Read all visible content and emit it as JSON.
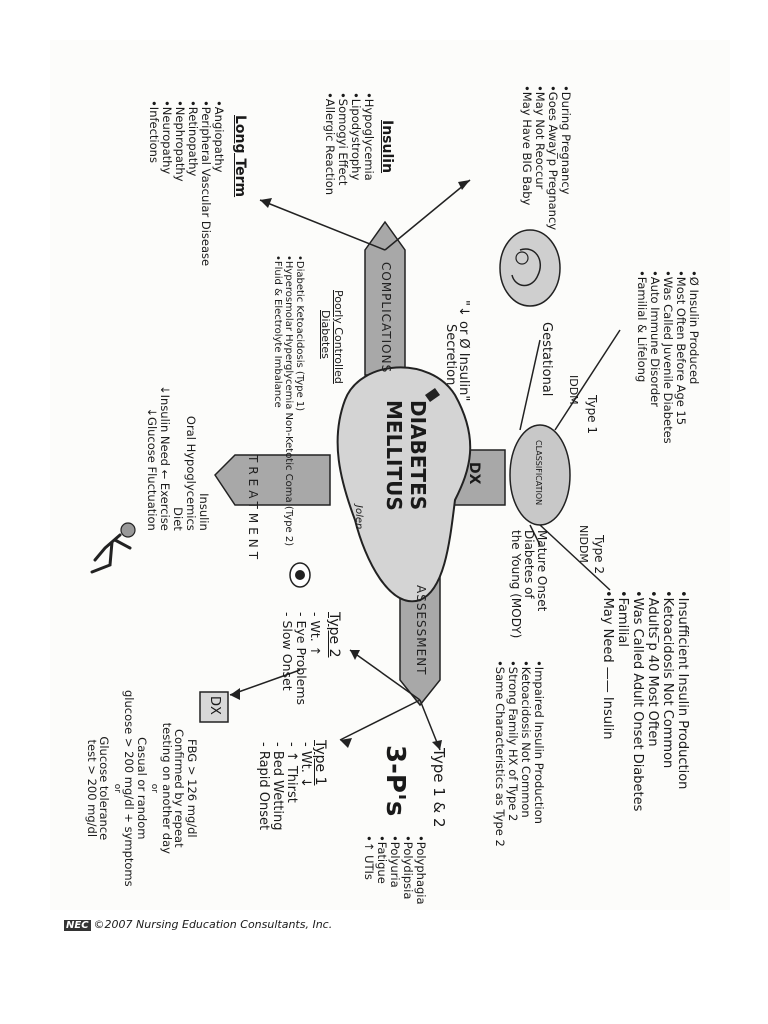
{
  "center": {
    "line1": "DIABETES",
    "line2": "MELLITUS",
    "signature": "Jolen"
  },
  "arms": {
    "classification": "CLASSIFICATION",
    "dx": "DX",
    "complications": "COMPLICATIONS",
    "assessment": "ASSESSMENT",
    "treatment": "TREATMENT"
  },
  "secretion": {
    "line1": "\"↓ or Ø Insulin\"",
    "line2": "Secretion"
  },
  "type1": {
    "label": "Type 1",
    "abbr": "IDDM",
    "items": [
      "Ø Insulin Produced",
      "Most Often Before Age 15",
      "Was Called Juvenile Diabetes",
      "Auto Immune Disorder",
      "Familial & Lifelong"
    ]
  },
  "type2": {
    "label": "Type 2",
    "abbr": "NIDDM",
    "items": [
      "Insufficient Insulin Production",
      "Ketoacidosis Not Common",
      "Adults ̅p 40 Most Often",
      "Was Called Adult Onset Diabetes",
      "Familial",
      "May Need —— Insulin"
    ]
  },
  "gestational": {
    "label": "Gestational",
    "items": [
      "During Pregnancy",
      "Goes Away ̅p Pregnancy",
      "May Not Reoccur",
      "May Have BIG Baby"
    ]
  },
  "mody": {
    "label1": "Mature Onset",
    "label2": "Diabetes of",
    "label3": "the Young (MODY)",
    "items": [
      "Impaired Insulin Production",
      "Ketoacidosis Not Common",
      "Strong Family HX of Type 2",
      "Same Characteristics as Type 2"
    ]
  },
  "insulin_complications": {
    "label": "Insulin",
    "items": [
      "Hypoglycemia",
      "Lipodystrophy",
      "Somogyi Effect",
      "Allergic Reaction"
    ]
  },
  "long_term": {
    "label": "Long Term",
    "items": [
      "Angiopathy",
      "Peripheral Vascular Disease",
      "Retinopathy",
      "Nephropathy",
      "Neuropathy",
      "Infections"
    ]
  },
  "poorly_controlled": {
    "label1": "Poorly Controlled",
    "label2": "Diabetes",
    "items": [
      "Diabetic Ketoacidosis (Type 1)",
      "Hyperosmolar Hyperglycemia Non-Ketotic Coma (Type 2)",
      "Fluid & Electrolyte Imbalance"
    ]
  },
  "treatment_items": [
    "Insulin",
    "Oral Hypoglycemics",
    "Diet",
    "↓Insulin Need ← Exercise",
    "↓Glucose Fluctuation"
  ],
  "type1and2": {
    "label": "Type 1 & 2",
    "badge": "3-P's",
    "items": [
      "Polyphagia",
      "Polydipsia",
      "Polyuria",
      "Fatigue",
      "↑ UTIs"
    ]
  },
  "assess_type1": {
    "label": "Type 1",
    "items": [
      "- Wt. ↓",
      "- ↑ Thirst",
      "- Bed Wetting",
      "- Rapid Onset"
    ]
  },
  "assess_type2": {
    "label": "Type 2",
    "items": [
      "- Wt. ↑",
      "- Eye Problems",
      "- Slow Onset"
    ]
  },
  "dx_box": {
    "label": "DX",
    "lines": [
      "FBG > 126 mg/dl",
      "Confirmed by repeat",
      "testing on another day",
      "or",
      "Casual or random",
      "glucose > 200 mg/dl + symptoms",
      "or",
      "Glucose tolerance",
      "test > 200 mg/dl"
    ]
  },
  "footer": {
    "logo": "NEC",
    "text": "©2007 Nursing Education Consultants, Inc."
  },
  "colors": {
    "banner": "#a8a8a8",
    "blob": "#d4d4d4",
    "ink": "#1a1a1a"
  }
}
